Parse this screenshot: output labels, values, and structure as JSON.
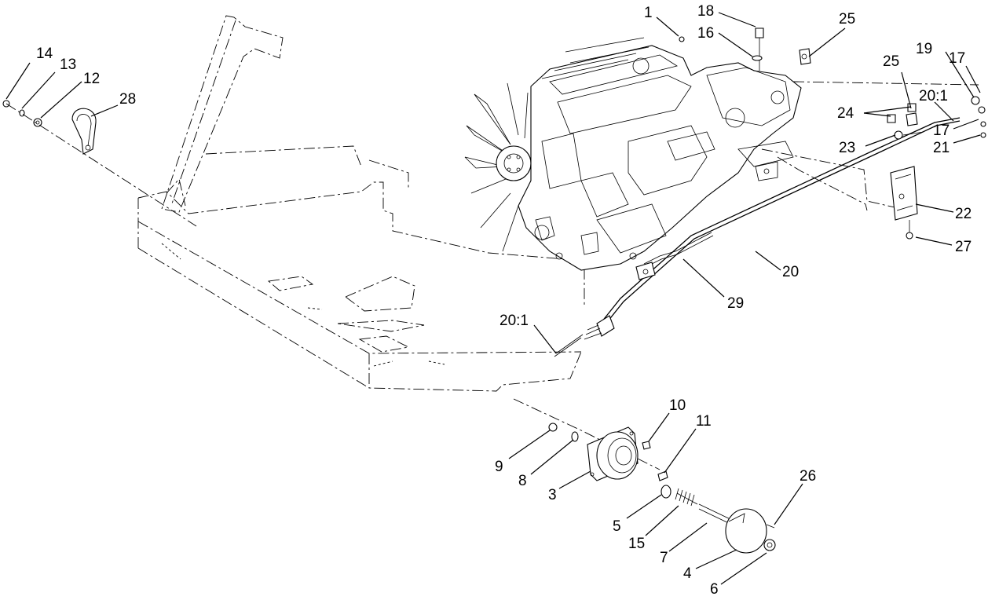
{
  "diagram": {
    "callouts": [
      {
        "id": "c1",
        "label": "1"
      },
      {
        "id": "c18",
        "label": "18"
      },
      {
        "id": "c16",
        "label": "16"
      },
      {
        "id": "c25a",
        "label": "25"
      },
      {
        "id": "c25b",
        "label": "25"
      },
      {
        "id": "c19",
        "label": "19"
      },
      {
        "id": "c17a",
        "label": "17"
      },
      {
        "id": "c201a",
        "label": "20:1"
      },
      {
        "id": "c24",
        "label": "24"
      },
      {
        "id": "c23",
        "label": "23"
      },
      {
        "id": "c17b",
        "label": "17"
      },
      {
        "id": "c21",
        "label": "21"
      },
      {
        "id": "c22",
        "label": "22"
      },
      {
        "id": "c27",
        "label": "27"
      },
      {
        "id": "c20",
        "label": "20"
      },
      {
        "id": "c29",
        "label": "29"
      },
      {
        "id": "c201b",
        "label": "20:1"
      },
      {
        "id": "c14",
        "label": "14"
      },
      {
        "id": "c13",
        "label": "13"
      },
      {
        "id": "c12",
        "label": "12"
      },
      {
        "id": "c28",
        "label": "28"
      },
      {
        "id": "c10",
        "label": "10"
      },
      {
        "id": "c11",
        "label": "11"
      },
      {
        "id": "c9",
        "label": "9"
      },
      {
        "id": "c8",
        "label": "8"
      },
      {
        "id": "c3",
        "label": "3"
      },
      {
        "id": "c5",
        "label": "5"
      },
      {
        "id": "c15",
        "label": "15"
      },
      {
        "id": "c7",
        "label": "7"
      },
      {
        "id": "c26",
        "label": "26"
      },
      {
        "id": "c4",
        "label": "4"
      },
      {
        "id": "c6",
        "label": "6"
      }
    ]
  }
}
